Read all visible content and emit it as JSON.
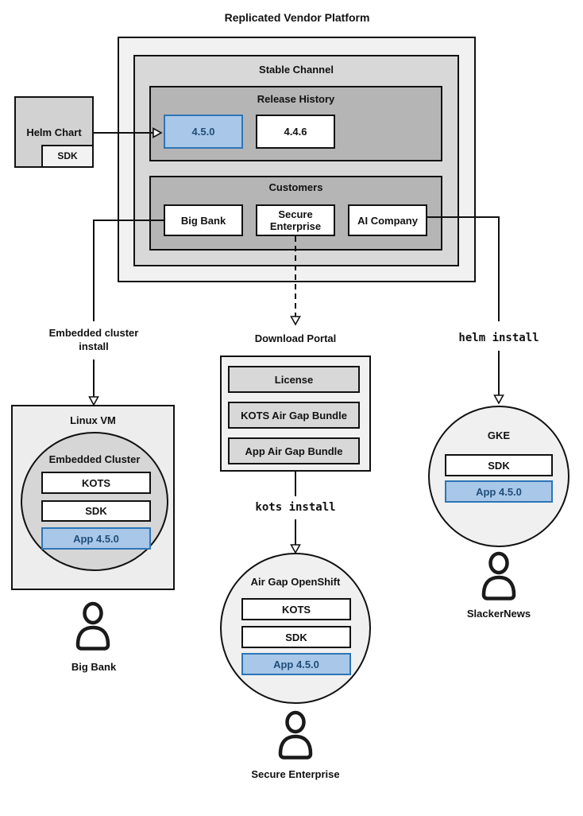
{
  "colors": {
    "highlight_fill": "#A9C7E8",
    "highlight_border": "#2E75B6",
    "highlight_text": "#1F4E79",
    "line": "#111111",
    "gray_outer": "#F1F1F1",
    "gray_mid": "#D8D8D8",
    "gray_dark": "#B5B5B5"
  },
  "platform": {
    "title": "Replicated Vendor Platform",
    "channel": "Stable Channel",
    "release_history": {
      "title": "Release History",
      "current_release": "4.5.0",
      "previous_release": "4.4.6"
    },
    "customers": {
      "title": "Customers",
      "big_bank": "Big Bank",
      "secure_enterprise": "Secure Enterprise",
      "ai_company": "AI Company"
    }
  },
  "helm_chart": {
    "label": "Helm Chart",
    "sdk": "SDK"
  },
  "flow_left": {
    "edge_label": "Embedded cluster install",
    "vm_label": "Linux VM",
    "cluster_label": "Embedded Cluster",
    "kots": "KOTS",
    "sdk": "SDK",
    "app": "App 4.5.0",
    "user": "Big Bank"
  },
  "flow_center": {
    "portal_label": "Download Portal",
    "license": "License",
    "kots_bundle": "KOTS Air Gap Bundle",
    "app_bundle": "App Air Gap Bundle",
    "command": "kots install",
    "cluster_label": "Air Gap OpenShift",
    "kots": "KOTS",
    "sdk": "SDK",
    "app": "App 4.5.0",
    "user": "Secure Enterprise"
  },
  "flow_right": {
    "command": "helm install",
    "cluster_label": "GKE",
    "sdk": "SDK",
    "app": "App 4.5.0",
    "user": "SlackerNews"
  }
}
